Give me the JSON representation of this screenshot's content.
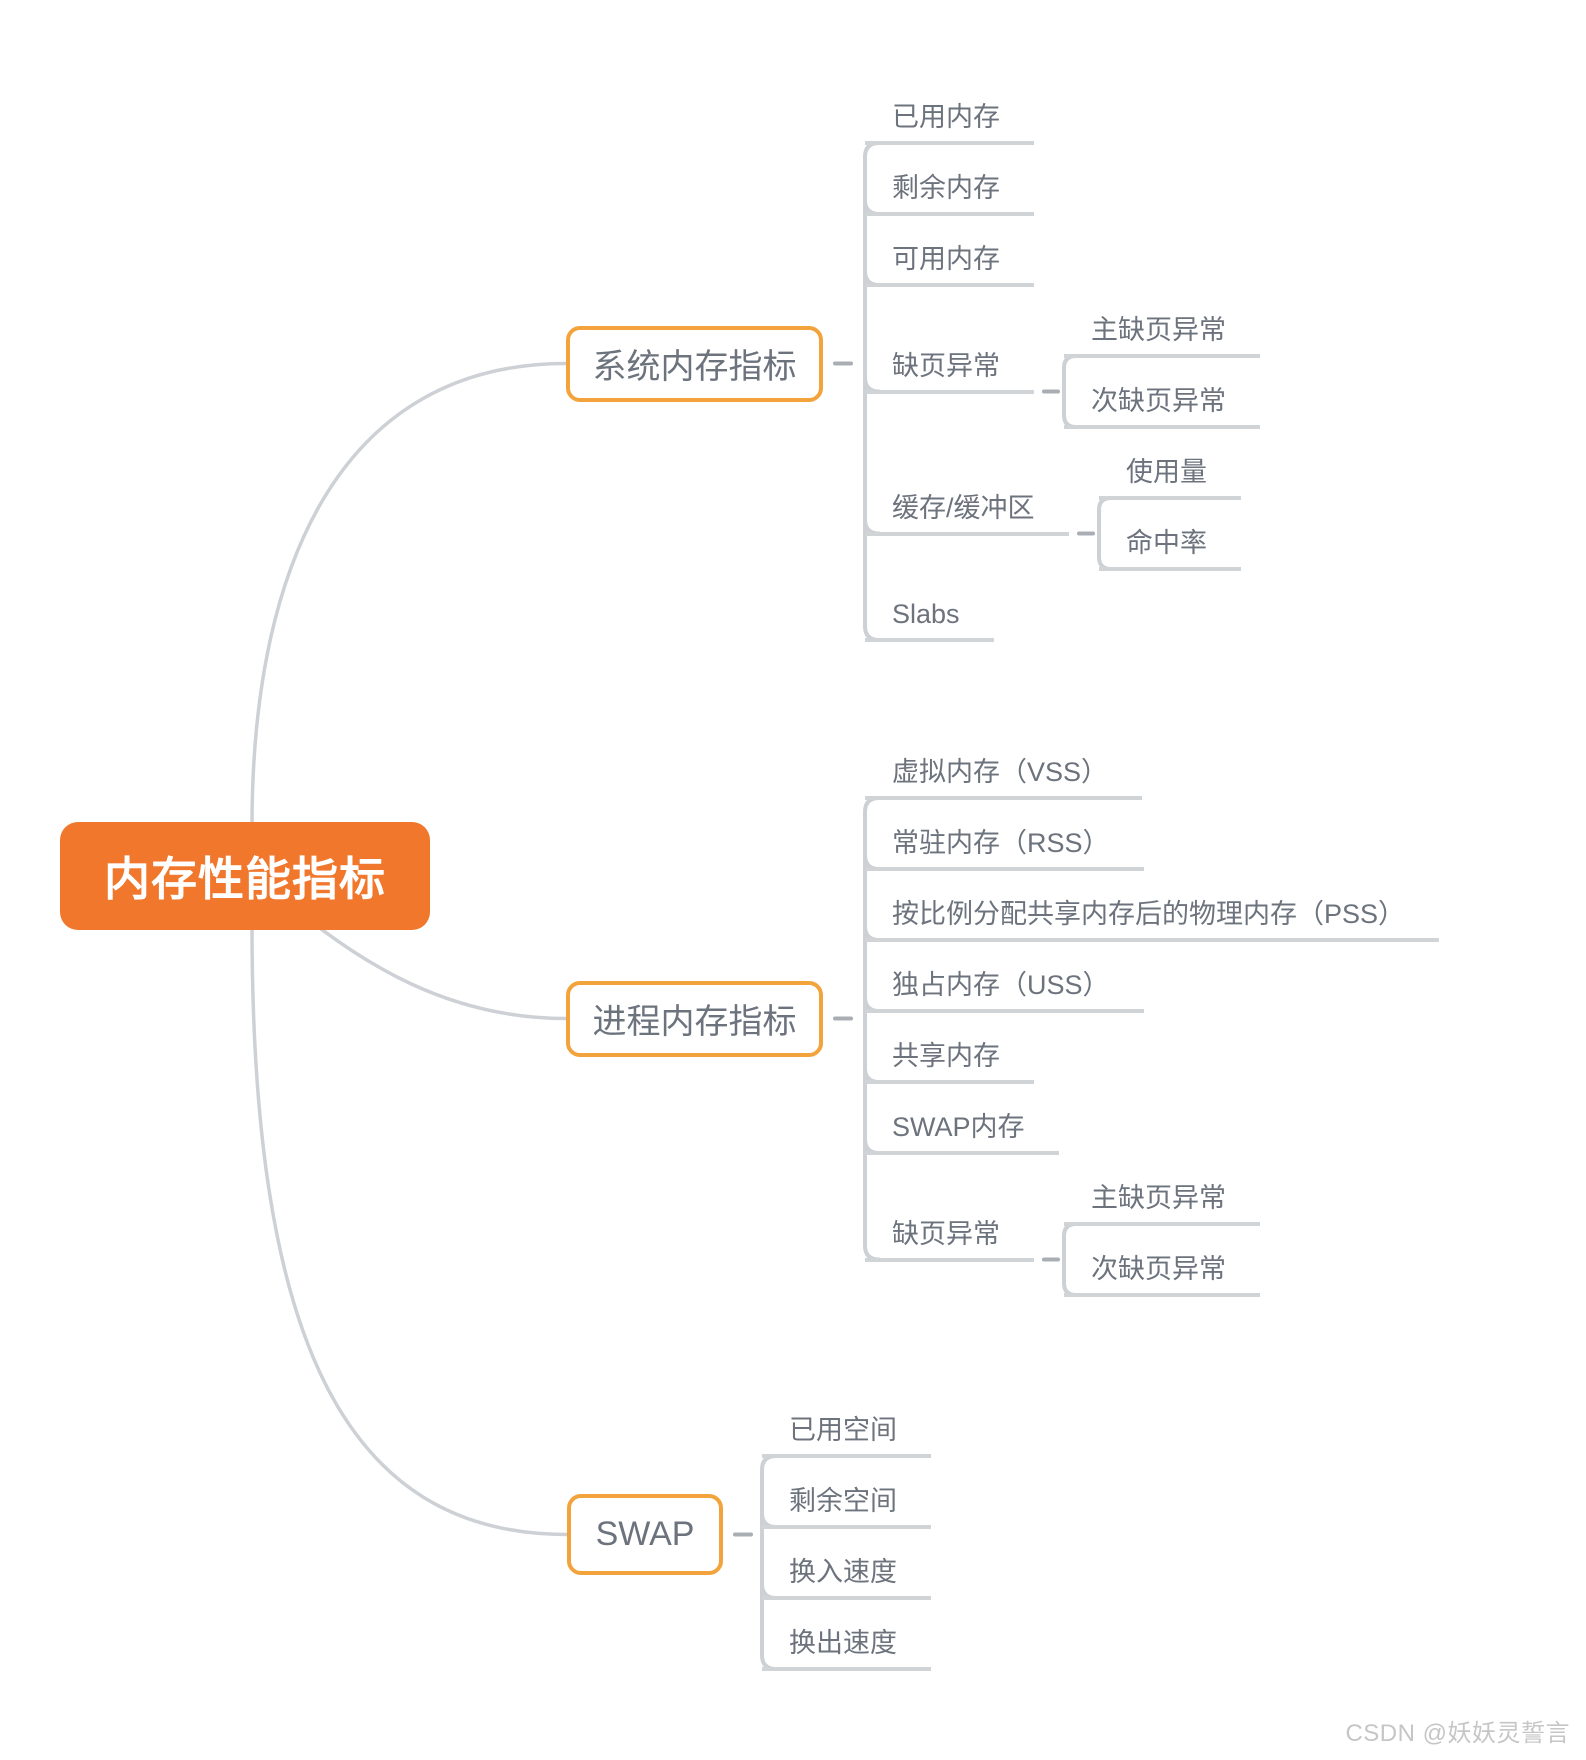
{
  "root": {
    "label": "内存性能指标"
  },
  "branches": [
    {
      "label": "系统内存指标",
      "children": [
        {
          "label": "已用内存"
        },
        {
          "label": "剩余内存"
        },
        {
          "label": "可用内存"
        },
        {
          "label": "缺页异常",
          "children": [
            {
              "label": "主缺页异常"
            },
            {
              "label": "次缺页异常"
            }
          ]
        },
        {
          "label": "缓存/缓冲区",
          "children": [
            {
              "label": "使用量"
            },
            {
              "label": "命中率"
            }
          ]
        },
        {
          "label": "Slabs"
        }
      ]
    },
    {
      "label": "进程内存指标",
      "children": [
        {
          "label": "虚拟内存（VSS）"
        },
        {
          "label": "常驻内存（RSS）"
        },
        {
          "label": "按比例分配共享内存后的物理内存（PSS）"
        },
        {
          "label": "独占内存（USS）"
        },
        {
          "label": "共享内存"
        },
        {
          "label": "SWAP内存"
        },
        {
          "label": "缺页异常",
          "children": [
            {
              "label": "主缺页异常"
            },
            {
              "label": "次缺页异常"
            }
          ]
        }
      ]
    },
    {
      "label": "SWAP",
      "children": [
        {
          "label": "已用空间"
        },
        {
          "label": "剩余空间"
        },
        {
          "label": "换入速度"
        },
        {
          "label": "换出速度"
        }
      ]
    }
  ],
  "watermark": {
    "text": "CSDN @妖妖灵誓言"
  },
  "colors": {
    "root_bg": "#F0772B",
    "branch_border": "#F3A33C",
    "node_text": "#6C737D",
    "line": "#CDD1D5",
    "dash": "#A9AEB4",
    "watermark": "#C6C6C6"
  }
}
